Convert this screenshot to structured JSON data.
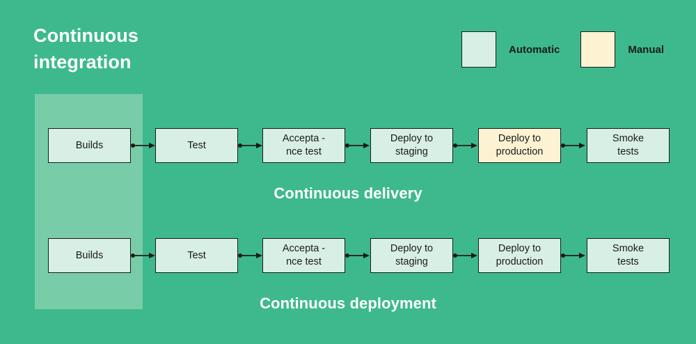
{
  "title": "Continuous\nintegration",
  "legend": {
    "items": [
      {
        "label": "Automatic",
        "color": "#d8efe6",
        "type": "automatic"
      },
      {
        "label": "Manual",
        "color": "#fdf3d3",
        "type": "manual"
      }
    ]
  },
  "colors": {
    "background": "#3db98d",
    "highlight_band": "#78cda8",
    "automatic_fill": "#d8efe6",
    "manual_fill": "#fdf3d3",
    "stroke": "#1a1a1a",
    "title_text": "#ffffff"
  },
  "rows": [
    {
      "label": "Continuous delivery",
      "nodes": [
        {
          "label": "Builds",
          "type": "automatic"
        },
        {
          "label": "Test",
          "type": "automatic"
        },
        {
          "label": "Accepta -\nnce test",
          "type": "automatic"
        },
        {
          "label": "Deploy to\nstaging",
          "type": "automatic"
        },
        {
          "label": "Deploy to\nproduction",
          "type": "manual"
        },
        {
          "label": "Smoke\ntests",
          "type": "automatic"
        }
      ]
    },
    {
      "label": "Continuous deployment",
      "nodes": [
        {
          "label": "Builds",
          "type": "automatic"
        },
        {
          "label": "Test",
          "type": "automatic"
        },
        {
          "label": "Accepta -\nnce test",
          "type": "automatic"
        },
        {
          "label": "Deploy to\nstaging",
          "type": "automatic"
        },
        {
          "label": "Deploy to\nproduction",
          "type": "automatic"
        },
        {
          "label": "Smoke\ntests",
          "type": "automatic"
        }
      ]
    }
  ]
}
